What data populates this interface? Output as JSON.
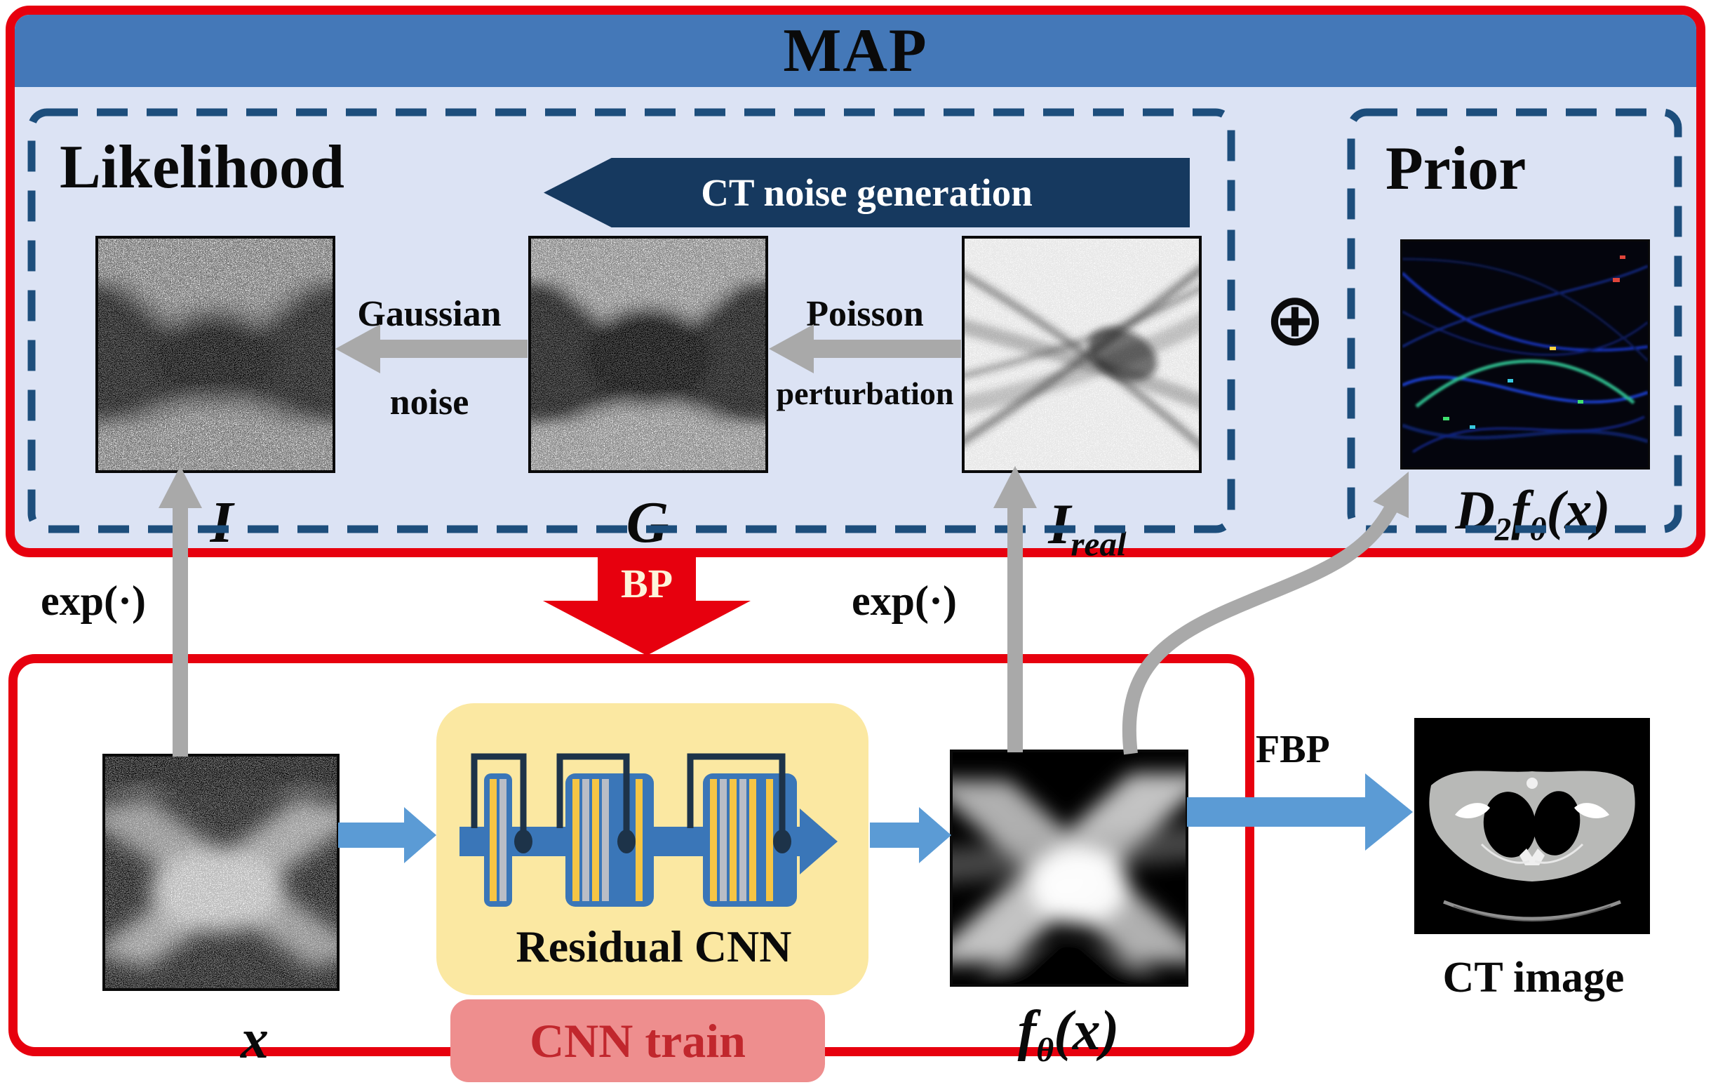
{
  "figure": {
    "map": {
      "title": "MAP"
    },
    "likelihood": {
      "title": "Likelihood",
      "banner": "CT noise generation",
      "arrow1_label_top": "Gaussian",
      "arrow1_label_bottom": "noise",
      "arrow2_label_top": "Poisson",
      "arrow2_label_bottom": "perturbation",
      "image_I_label": "I",
      "image_G_label": "G",
      "image_Ireal_base": "I",
      "image_Ireal_sub": "real"
    },
    "prior": {
      "title": "Prior",
      "label_D": "D",
      "label_D_sub": "2",
      "label_f": "f",
      "label_f_sub": "θ",
      "label_rest": "(x)"
    },
    "operators": {
      "oplus": "⊕",
      "exp_left": "exp(·)",
      "exp_right": "exp(·)",
      "bp": "BP",
      "fbp": "FBP"
    },
    "pipeline": {
      "input_label": "x",
      "cnn_box_label": "Residual CNN",
      "train_badge": "CNN train",
      "output_f": "f",
      "output_f_sub": "θ",
      "output_rest": "(x)",
      "ct_label": "CT image"
    },
    "colors": {
      "map_border_red": "#e7000e",
      "header_blue": "#4478b8",
      "panel_lavender": "#dce3f4",
      "dashed_navy": "#1d4e7c",
      "banner_navy": "#16395f",
      "arrow_gray": "#a9a9a9",
      "cnn_bar_blue": "#3a76b8",
      "flow_blue": "#5b9bd5",
      "cnn_yellow_box": "#fbe8a2",
      "stripe_yellow": "#f6c544",
      "stripe_gray": "#b9bdc6",
      "skip_navy": "#1d3349",
      "train_badge_pink": "#ee8e8e",
      "train_text_red": "#c1272d",
      "bp_text_cream": "#fdf3da"
    }
  }
}
